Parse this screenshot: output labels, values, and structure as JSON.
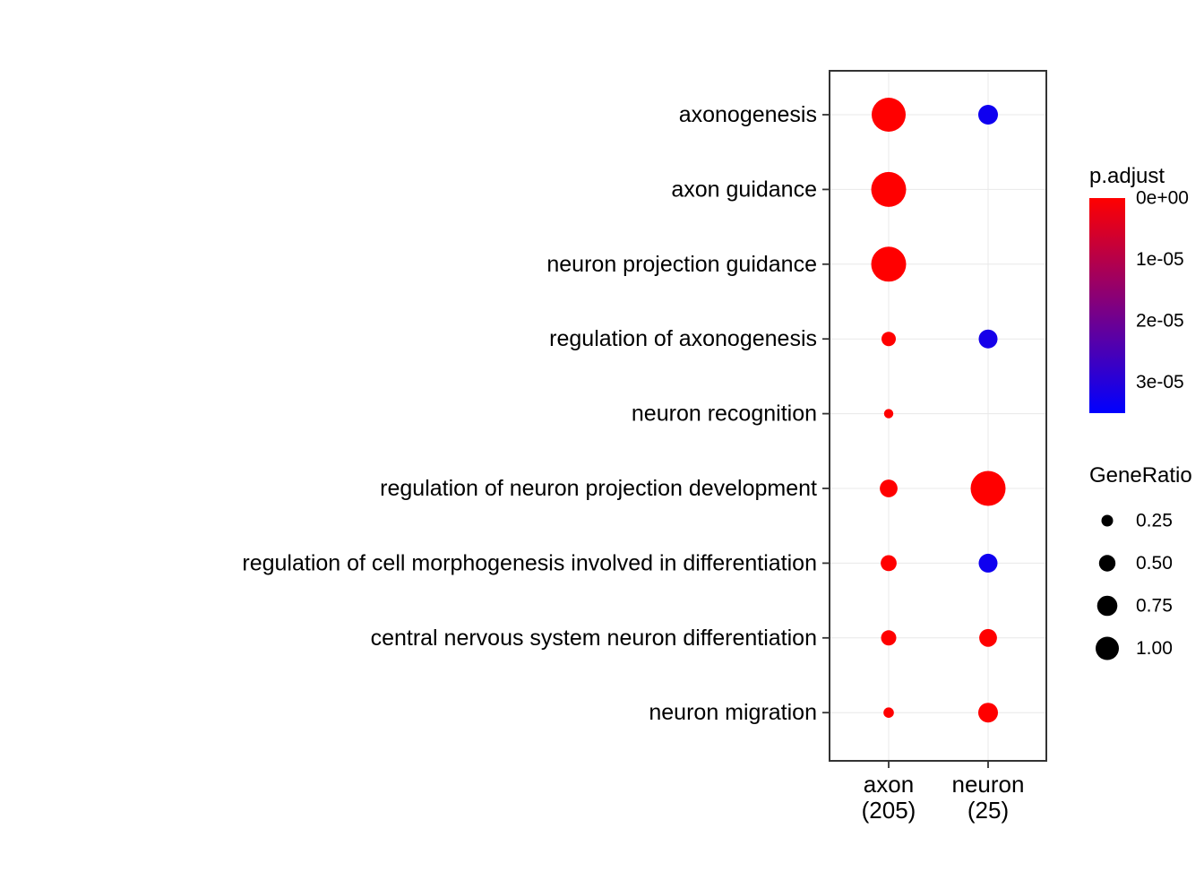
{
  "figure": {
    "background": "#ffffff",
    "panel_border_color": "#333333",
    "grid_color": "#e8e8e8"
  },
  "chart_data": {
    "type": "scatter",
    "variant": "go-enrichment-compare-cluster-dotplot",
    "title": "",
    "x_axis": {
      "clusters": [
        {
          "label": "axon",
          "count_label": "(205)"
        },
        {
          "label": "neuron",
          "count_label": "(25)"
        }
      ]
    },
    "y_axis": {
      "categories": [
        "axonogenesis",
        "axon guidance",
        "neuron projection guidance",
        "regulation of axonogenesis",
        "neuron recognition",
        "regulation of neuron projection development",
        "regulation of cell morphogenesis involved in differentiation",
        "central nervous system neuron differentiation",
        "neuron migration"
      ]
    },
    "points": [
      {
        "category": "axonogenesis",
        "cluster": "axon",
        "gene_ratio": 0.95,
        "p_adjust": 0
      },
      {
        "category": "axonogenesis",
        "cluster": "neuron",
        "gene_ratio": 0.32,
        "p_adjust": 3.3e-05
      },
      {
        "category": "axon guidance",
        "cluster": "axon",
        "gene_ratio": 1.0,
        "p_adjust": 0
      },
      {
        "category": "neuron projection guidance",
        "cluster": "axon",
        "gene_ratio": 1.0,
        "p_adjust": 0
      },
      {
        "category": "regulation of axonogenesis",
        "cluster": "axon",
        "gene_ratio": 0.17,
        "p_adjust": 0
      },
      {
        "category": "regulation of axonogenesis",
        "cluster": "neuron",
        "gene_ratio": 0.29,
        "p_adjust": 3.2e-05
      },
      {
        "category": "neuron recognition",
        "cluster": "axon",
        "gene_ratio": 0.07,
        "p_adjust": 0
      },
      {
        "category": "regulation of neuron projection development",
        "cluster": "axon",
        "gene_ratio": 0.26,
        "p_adjust": 0
      },
      {
        "category": "regulation of neuron projection development",
        "cluster": "neuron",
        "gene_ratio": 1.0,
        "p_adjust": 0
      },
      {
        "category": "regulation of cell morphogenesis involved in differentiation",
        "cluster": "axon",
        "gene_ratio": 0.21,
        "p_adjust": 0
      },
      {
        "category": "regulation of cell morphogenesis involved in differentiation",
        "cluster": "neuron",
        "gene_ratio": 0.29,
        "p_adjust": 3.3e-05
      },
      {
        "category": "central nervous system neuron differentiation",
        "cluster": "axon",
        "gene_ratio": 0.19,
        "p_adjust": 0
      },
      {
        "category": "central nervous system neuron differentiation",
        "cluster": "neuron",
        "gene_ratio": 0.26,
        "p_adjust": 0
      },
      {
        "category": "neuron migration",
        "cluster": "axon",
        "gene_ratio": 0.09,
        "p_adjust": 0
      },
      {
        "category": "neuron migration",
        "cluster": "neuron",
        "gene_ratio": 0.32,
        "p_adjust": 0
      }
    ],
    "color_legend": {
      "title": "p.adjust",
      "tick_labels": [
        "0e+00",
        "1e-05",
        "2e-05",
        "3e-05"
      ],
      "tick_values": [
        0,
        1e-05,
        2e-05,
        3e-05
      ],
      "domain": [
        0,
        3.5e-05
      ],
      "low_color": "#FF0000",
      "high_color": "#0000FF"
    },
    "size_legend": {
      "title": "GeneRatio",
      "values": [
        0.25,
        0.5,
        0.75,
        1.0
      ],
      "labels": [
        "0.25",
        "0.50",
        "0.75",
        "1.00"
      ],
      "dot_color": "#000000"
    },
    "grid": true,
    "legend_position": "right"
  }
}
